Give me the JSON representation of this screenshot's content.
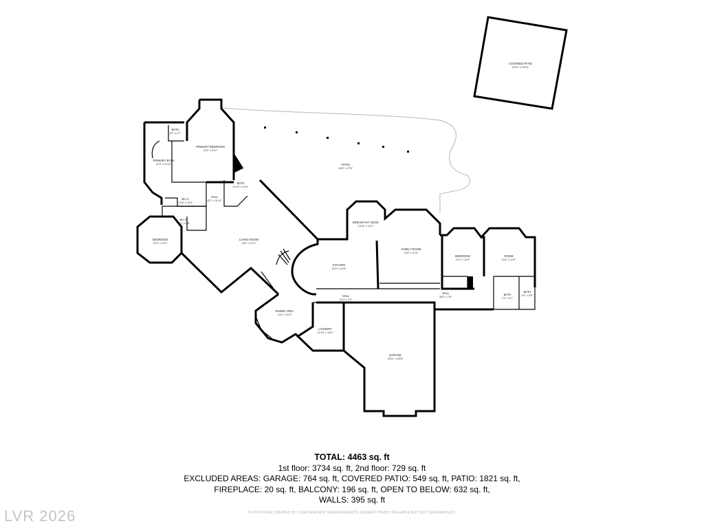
{
  "rooms": [
    {
      "id": "covered-patio",
      "name": "COVERED PATIO",
      "dims": "22'11\" x 23'10\""
    },
    {
      "id": "patio",
      "name": "PATIO",
      "dims": "69'2\" x 37'6\""
    },
    {
      "id": "primary-bedroom",
      "name": "PRIMARY BEDROOM",
      "dims": "14'3\" x 24'2\""
    },
    {
      "id": "primary-bath",
      "name": "PRIMARY BATH",
      "dims": "12'9\" x 21'11\""
    },
    {
      "id": "bath-top",
      "name": "BATH",
      "dims": "6'2\" x 4'7\""
    },
    {
      "id": "wic-1",
      "name": "W.I.C.",
      "dims": "12'8\" x 10'2\""
    },
    {
      "id": "bath-mid",
      "name": "BATH",
      "dims": "10'10\" x 5'10\""
    },
    {
      "id": "hall-left",
      "name": "HALL",
      "dims": "6'2\" x 14'10\""
    },
    {
      "id": "wic-2",
      "name": "W.I.C.",
      "dims": "4'11\" x 5'6\""
    },
    {
      "id": "bedroom-left",
      "name": "BEDROOM",
      "dims": "13'2\" x 13'0\""
    },
    {
      "id": "living-room",
      "name": "LIVING ROOM",
      "dims": "30'9\" x 27'0\""
    },
    {
      "id": "breakfast-nook",
      "name": "BREAKFAST NOOK",
      "dims": "10'11\" x 12'3\""
    },
    {
      "id": "family-room",
      "name": "FAMILY ROOM",
      "dims": "18'4\" x 21'5\""
    },
    {
      "id": "kitchen",
      "name": "KITCHEN",
      "dims": "20'3\" x 14'6\""
    },
    {
      "id": "bedroom-right",
      "name": "BEDROOM",
      "dims": "12'1\" x 12'9\""
    },
    {
      "id": "room",
      "name": "ROOM",
      "dims": "15'4\" x 12'9\""
    },
    {
      "id": "bath-right-1",
      "name": "BATH",
      "dims": "7'2\" x 5'7\""
    },
    {
      "id": "bath-right-2",
      "name": "BATH",
      "dims": "4'0\" x 5'5\""
    },
    {
      "id": "hall-right",
      "name": "HALL",
      "dims": "36'3\" x 7'8\""
    },
    {
      "id": "hall-center",
      "name": "HALL",
      "dims": "20'4\" x 4'1\""
    },
    {
      "id": "dining-area",
      "name": "DINING AREA",
      "dims": "13'0\" x 20'4\""
    },
    {
      "id": "laundry",
      "name": "LAUNDRY",
      "dims": "12'10\" x 13'9\""
    },
    {
      "id": "garage",
      "name": "GARAGE",
      "dims": "26'11\" x 33'8\""
    }
  ],
  "summary": {
    "total": "TOTAL: 4463 sq. ft",
    "line1": "1st floor: 3734 sq. ft, 2nd floor: 729 sq. ft",
    "line2": "EXCLUDED AREAS: GARAGE: 764 sq. ft, COVERED PATIO: 549 sq. ft, PATIO: 1821 sq. ft,",
    "line3": "FIREPLACE: 20 sq. ft, BALCONY: 196 sq. ft, OPEN TO BELOW: 632 sq. ft,",
    "line4": "WALLS: 395 sq. ft"
  },
  "disclaimer": "FLOOR PLAN CREATED BY CUBICASA APP. MEASUREMENTS DEEMED HIGHLY RELIABLE BUT NOT GUARANTEED.",
  "watermark": "LVR 2026"
}
